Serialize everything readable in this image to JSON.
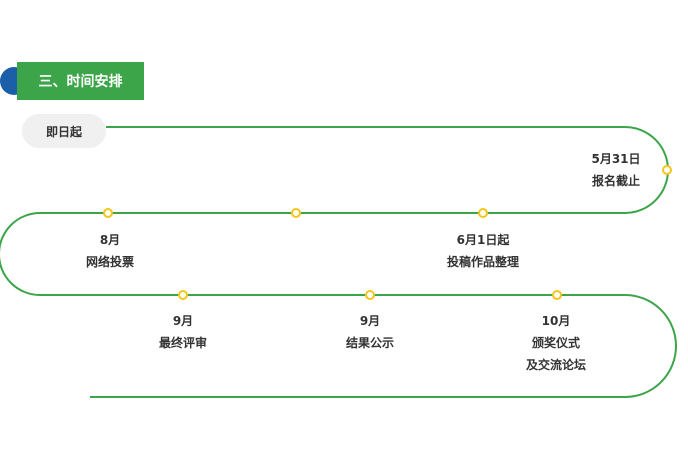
{
  "header": {
    "title": "三、时间安排"
  },
  "start_label": "即日起",
  "colors": {
    "track": "#3ca54a",
    "node": "#f5c518",
    "header_bg": "#3ca54a",
    "dot": "#1a5fa8"
  },
  "milestones": [
    {
      "date": "5月31日",
      "label": "报名截止"
    },
    {
      "date": "6月1日起",
      "label": "投稿作品整理"
    },
    {
      "date": "8月",
      "label": "网络投票"
    },
    {
      "date": "9月",
      "label": "最终评审"
    },
    {
      "date": "9月",
      "label": "结果公示"
    },
    {
      "date": "10月",
      "label": "颁奖仪式"
    }
  ],
  "extra_line": "及交流论坛"
}
